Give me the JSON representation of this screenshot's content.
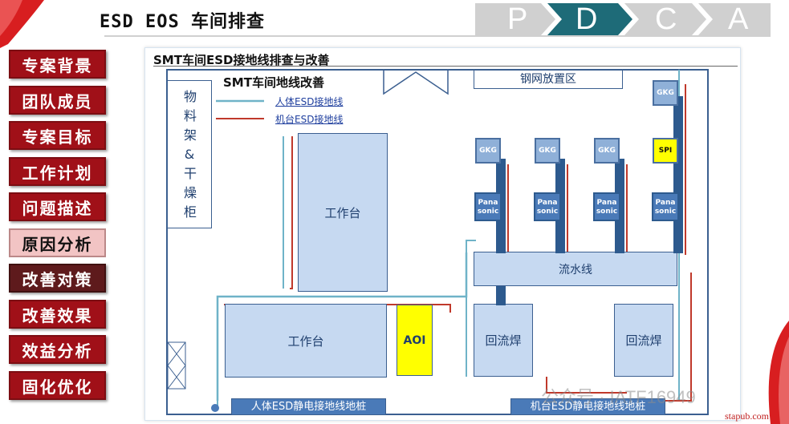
{
  "header": {
    "title": "ESD EOS 车间排查",
    "pdca": [
      "P",
      "D",
      "C",
      "A"
    ]
  },
  "nav": [
    {
      "label": "专案背景",
      "state": "normal"
    },
    {
      "label": "团队成员",
      "state": "normal"
    },
    {
      "label": "专案目标",
      "state": "normal"
    },
    {
      "label": "工作计划",
      "state": "normal"
    },
    {
      "label": "问题描述",
      "state": "normal"
    },
    {
      "label": "原因分析",
      "state": "active"
    },
    {
      "label": "改善对策",
      "state": "dark"
    },
    {
      "label": "改善效果",
      "state": "normal"
    },
    {
      "label": "效益分析",
      "state": "normal"
    },
    {
      "label": "固化优化",
      "state": "normal"
    }
  ],
  "diagram": {
    "title": "SMT车间ESD接地线排查与改善",
    "subtitle": "SMT车间地线改善",
    "legend": {
      "human": "人体ESD接地线",
      "machine": "机台ESD接地线"
    },
    "material_rack": "物料架&干燥柜",
    "stencil_area": "钢网放置区",
    "workbench_top": "工作台",
    "workbench_bottom": "工作台",
    "aoi": "AOI",
    "assembly_line": "流水线",
    "reflow_left": "回流焊",
    "reflow_right": "回流焊",
    "gkg": "GKG",
    "spi": "SPI",
    "pana_top": "Pana",
    "pana_bottom": "sonic",
    "human_ground_pile": "人体ESD静电接地线地桩",
    "machine_ground_pile": "机台ESD静电接地线地桩"
  },
  "watermark": "公众号 · IATF16949",
  "watermark_site": "stapub.com",
  "colors": {
    "nav_red": "#a01018",
    "human_line": "#6fb3c8",
    "machine_line": "#c0392b",
    "box_fill": "#c6d9f1",
    "aoi_fill": "#ffff00"
  }
}
